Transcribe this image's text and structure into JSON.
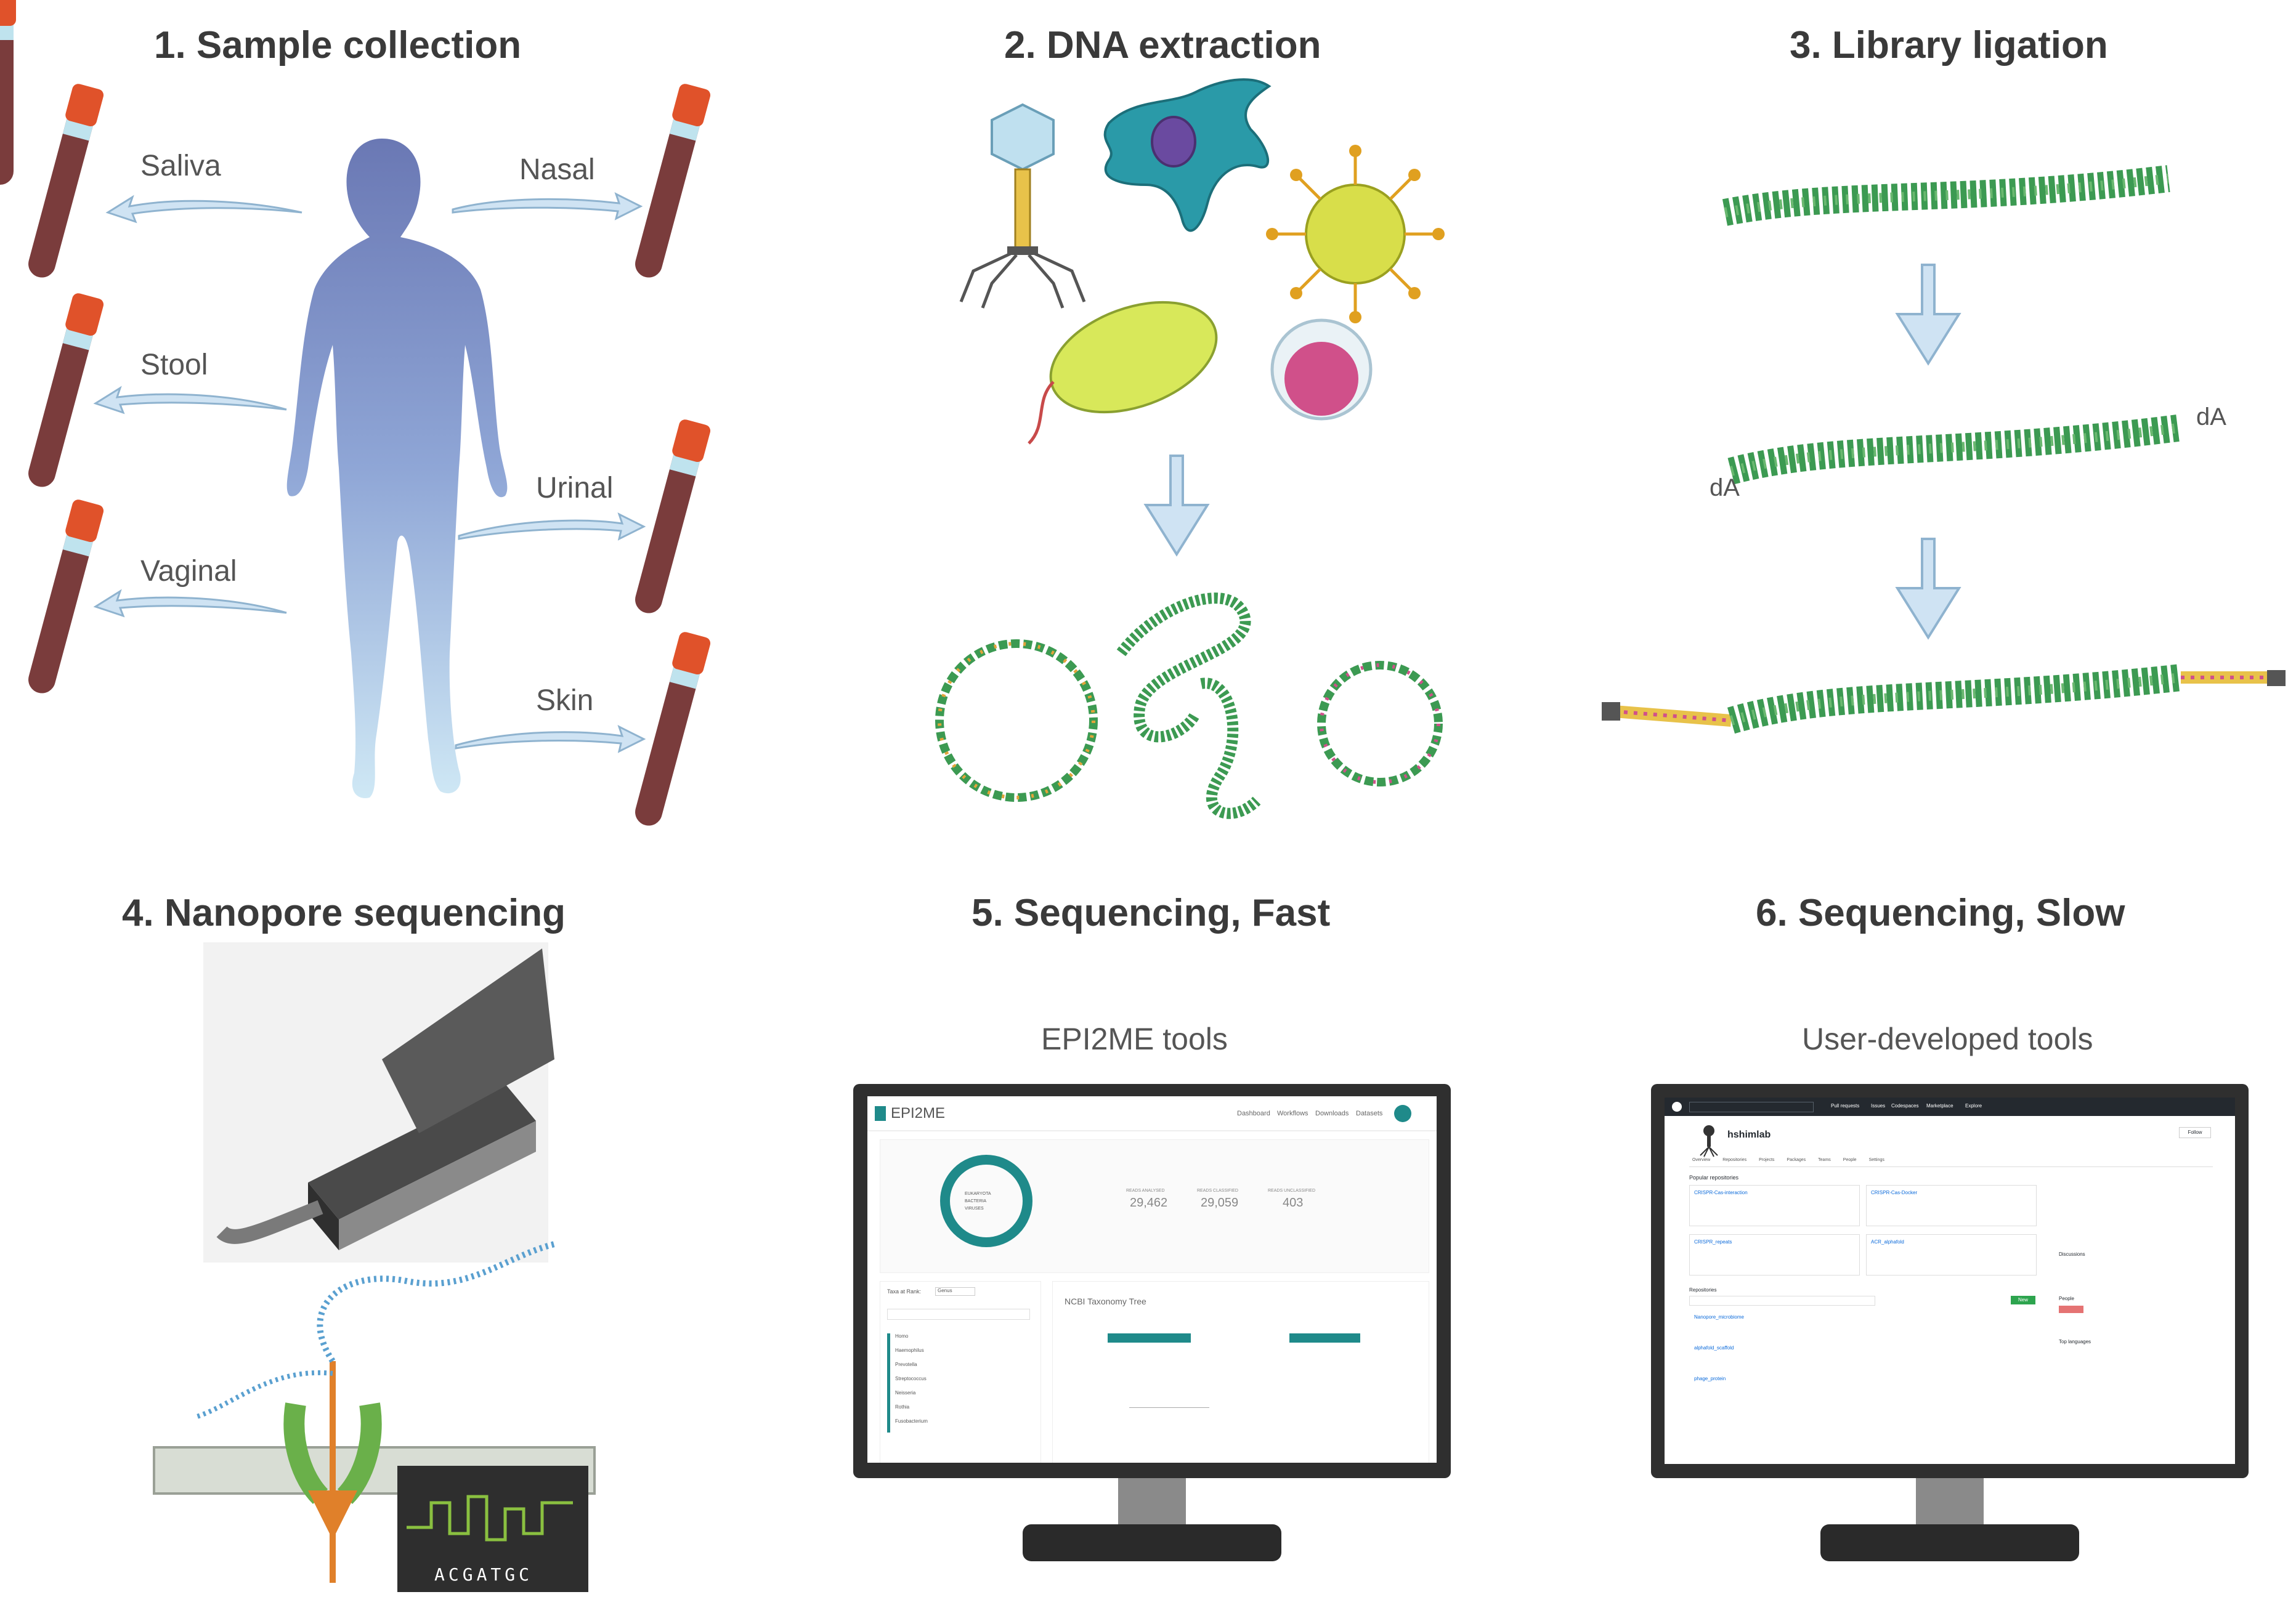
{
  "panels": {
    "p1": {
      "title": "1. Sample collection",
      "labels": [
        "Saliva",
        "Nasal",
        "Stool",
        "Urinal",
        "Vaginal",
        "Skin"
      ]
    },
    "p2": {
      "title": "2. DNA extraction"
    },
    "p3": {
      "title": "3. Library ligation",
      "dA_left": "dA",
      "dA_right": "dA"
    },
    "p4": {
      "title": "4. Nanopore sequencing",
      "readout": "ACGATGC"
    },
    "p5": {
      "title": "5. Sequencing, Fast",
      "subtitle": "EPI2ME tools",
      "screen": {
        "app_name": "EPI2ME",
        "nav": [
          "Dashboard",
          "Workflows",
          "Downloads",
          "Datasets"
        ],
        "stats": [
          {
            "label": "READS ANALYSED",
            "value": "29,462"
          },
          {
            "label": "READS CLASSIFIED",
            "value": "29,059"
          },
          {
            "label": "READS UNCLASSIFIED",
            "value": "403"
          }
        ],
        "donut_legend": [
          "EUKARYOTA",
          "BACTERIA",
          "VIRUSES"
        ],
        "taxa_heading": "Taxa at Rank:",
        "rank_value": "Genus",
        "tree_title": "NCBI Taxonomy Tree",
        "taxa_rows": [
          "Homo",
          "Haemophilus",
          "Prevotella",
          "Streptococcus",
          "Neisseria",
          "Rothia",
          "Fusobacterium"
        ]
      }
    },
    "p6": {
      "title": "6. Sequencing, Slow",
      "subtitle": "User-developed tools",
      "screen": {
        "org_name": "hshimlab",
        "nav": [
          "Pull requests",
          "Issues",
          "Codespaces",
          "Marketplace",
          "Explore"
        ],
        "tabs": [
          "Overview",
          "Repositories",
          "Projects",
          "Packages",
          "Teams",
          "People",
          "Settings"
        ],
        "popular_heading": "Popular repositories",
        "popular_repos": [
          "CRISPR-Cas-interaction",
          "CRISPR-Cas-Docker",
          "CRISPR_repeats",
          "ACR_alphafold"
        ],
        "repos_heading": "Repositories",
        "repo_list": [
          "Nanopore_microbiome",
          "alphafold_scaffold",
          "phage_protein"
        ],
        "new_button": "New",
        "follow_button": "Follow",
        "side_headings": [
          "Discussions",
          "People",
          "Top languages"
        ]
      }
    }
  },
  "colors": {
    "arrow_fill": "#cfe3f3",
    "arrow_stroke": "#8fb3cf",
    "dna_green": "#3c9a52",
    "tube_body": "#7a3c3c",
    "tube_cap": "#e0522a",
    "tube_band": "#bfe3ee",
    "monitor": "#2f2f2f",
    "github_dark": "#24292f",
    "epi_teal": "#1f8a8a"
  }
}
